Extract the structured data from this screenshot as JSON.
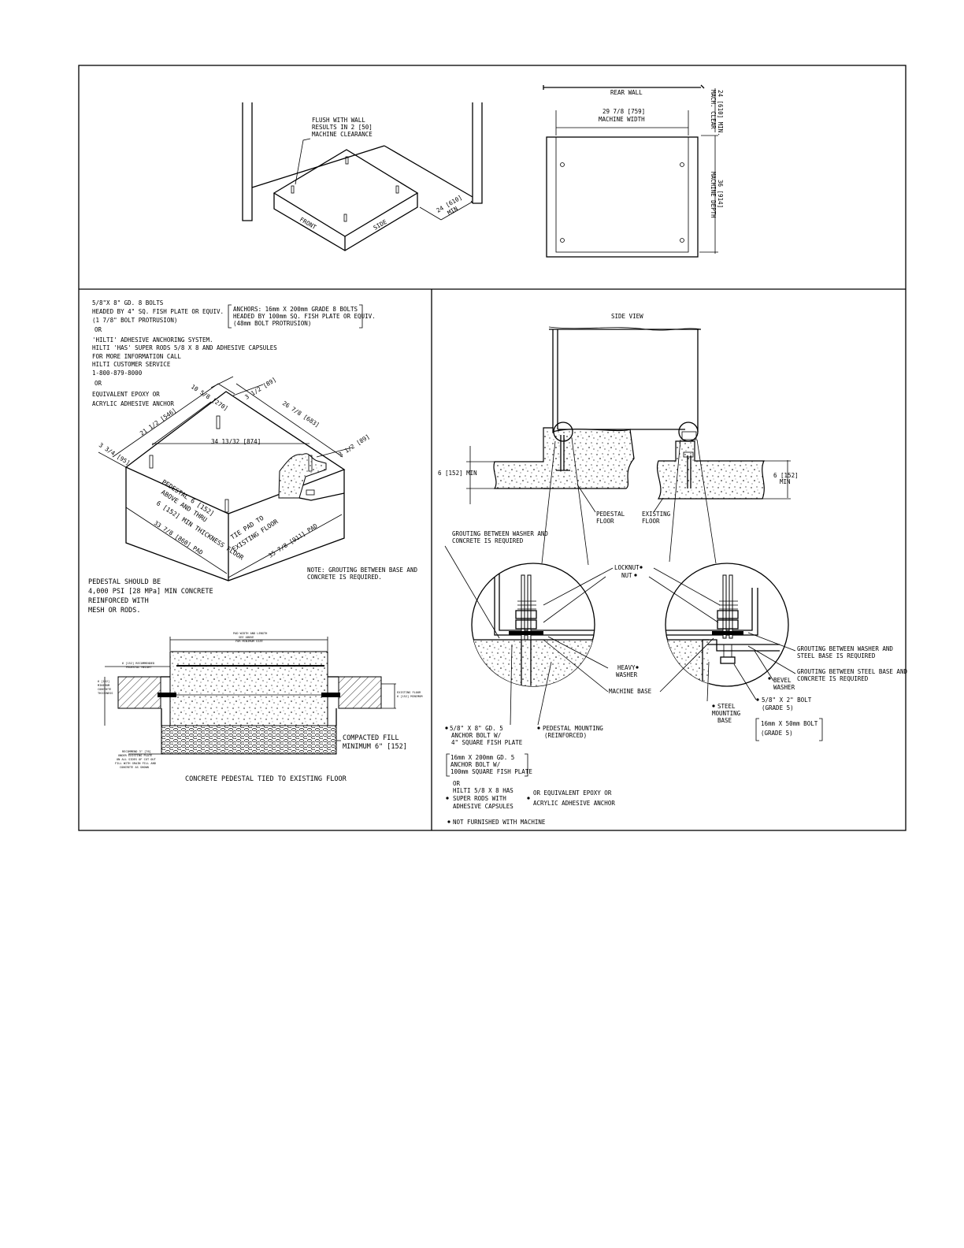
{
  "panel_top_left": {
    "flush_note": [
      "FLUSH WITH WALL",
      "RESULTS IN 2 [50]",
      "MACHINE CLEARANCE"
    ],
    "front_label": "FRONT",
    "side_label": "SIDE",
    "clearance_dim": [
      "24 [610]",
      "MIN"
    ]
  },
  "panel_top_right": {
    "rear_wall": "REAR WALL",
    "mach_clear": [
      "24 [610] MIN.",
      "MACH. CLEAR"
    ],
    "width_dim": [
      "29 7/8 [759]",
      "MACHINE WIDTH"
    ],
    "depth_dim": [
      "36 [914]",
      "MACHINE DEPTH"
    ]
  },
  "panel_pedestal": {
    "bolt_note": [
      "5/8\"X 8\" GD. 8 BOLTS",
      "HEADED BY 4\" SQ. FISH PLATE OR EQUIV.",
      "(1 7/8\" BOLT PROTRUSION)",
      "OR",
      "'HILTI' ADHESIVE ANCHORING SYSTEM.",
      "HILTI 'HAS' SUPER RODS 5/8 X 8 AND ADHESIVE CAPSULES",
      "FOR MORE INFORMATION CALL",
      "HILTI CUSTOMER SERVICE",
      "1-800-879-8000",
      "OR",
      "EQUIVALENT EPOXY OR",
      "ACRYLIC ADHESIVE ANCHOR"
    ],
    "anchor_metric": [
      "ANCHORS: 16mm X 200mm GRADE 8 BOLTS",
      "HEADED BY 100mm SQ. FISH PLATE OR EQUIV.",
      "(48mm BOLT PROTRUSION)"
    ],
    "dims": {
      "d_10_5_8": "10 5/8 [270]",
      "d_3_1_2_top": "3 1/2 [89]",
      "d_21_1_2": "21 1/2 [546]",
      "d_26_7_8": "26 7/8 [683]",
      "d_34": "34 13/32 [874]",
      "d_3_1_2_right": "3 1/2 [89]",
      "d_3_3_4": "3 3/4 [95]",
      "d_33_7_8": "33 7/8 [860] PAD",
      "d_35_7_8": "35 7/8 [911] PAD"
    },
    "pedestal_label": [
      "PEDESTAL 6 [152]",
      "ABOVE AND THRU",
      "6 [152] MIN THICKNESS FLOOR"
    ],
    "tie_label": [
      "TIE PAD TO",
      "EXISTING FLOOR"
    ],
    "grout_note": [
      "NOTE: GROUTING BETWEEN BASE AND",
      "CONCRETE IS REQUIRED."
    ],
    "concrete_note": [
      "PEDESTAL SHOULD BE",
      "4,000 PSI [28 MPa] MIN CONCRETE",
      "REINFORCED WITH",
      "MESH OR RODS."
    ],
    "section_small_top": [
      "PAD WIDTH AND LENGTH",
      "SEE ABOVE",
      "FOR MINIMUM SIZE"
    ],
    "section_small_left1": [
      "6 [152] RECOMMENDED",
      "PEDESTAL HEIGHT"
    ],
    "section_small_left2": [
      "6 [152]",
      "MINIMUM",
      "CONCRETE",
      "THICKNESS"
    ],
    "section_small_right": [
      "EXISTING FLOOR",
      "6 [152] MINIMUM"
    ],
    "section_small_bottom": [
      "RECOMMEND 3\" [76]",
      "UNDER EXISTING PLATE",
      "ON ALL SIDES OF CUT OUT",
      "FILL WITH GRAIN FILL AND",
      "CONCRETE AS SHOWN"
    ],
    "compacted_fill": [
      "COMPACTED FILL",
      "MINIMUM 6\" [152]"
    ],
    "section_caption": "CONCRETE PEDESTAL TIED TO EXISTING FLOOR"
  },
  "panel_side": {
    "side_view": "SIDE VIEW",
    "dim_left": "6 [152] MIN",
    "dim_right": [
      "6 [152]",
      "MIN"
    ],
    "pedestal_floor": [
      "PEDESTAL",
      "FLOOR"
    ],
    "existing_floor": [
      "EXISTING",
      "FLOOR"
    ],
    "grout_left": [
      "GROUTING BETWEEN WASHER AND",
      "CONCRETE IS REQUIRED"
    ],
    "locknut": "LOCKNUT",
    "nut": "NUT",
    "heavy_washer": [
      "HEAVY",
      "WASHER"
    ],
    "machine_base": "MACHINE BASE",
    "steel_base": [
      "STEEL",
      "MOUNTING",
      "BASE"
    ],
    "grout_washer_steel": [
      "GROUTING BETWEEN WASHER AND",
      "STEEL BASE IS REQUIRED"
    ],
    "grout_steel_concrete": [
      "GROUTING BETWEEN STEEL BASE AND",
      "CONCRETE IS REQUIRED"
    ],
    "bevel_washer": [
      "BEVEL",
      "WASHER"
    ],
    "bolt_small": [
      "5/8\" X 2\" BOLT",
      "(GRADE 5)"
    ],
    "bolt_small_metric": [
      "16mm X 50mm BOLT",
      "(GRADE 5)"
    ],
    "anchor_bolt": [
      "5/8\" X 8\" GD. 5",
      "ANCHOR BOLT W/",
      "4\" SQUARE FISH PLATE"
    ],
    "pedestal_mounting": [
      "PEDESTAL MOUNTING",
      "(REINFORCED)"
    ],
    "anchor_metric": [
      "16mm X 200mm GD. 5",
      "ANCHOR BOLT W/",
      "100mm SQUARE FISH PLATE"
    ],
    "or": "OR",
    "hilti": [
      "HILTI 5/8 X 8 HAS",
      "SUPER RODS WITH",
      "ADHESIVE CAPSULES"
    ],
    "epoxy": [
      "OR EQUIVALENT EPOXY OR",
      "ACRYLIC ADHESIVE ANCHOR"
    ],
    "not_furnished": "NOT FURNISHED WITH MACHINE"
  }
}
